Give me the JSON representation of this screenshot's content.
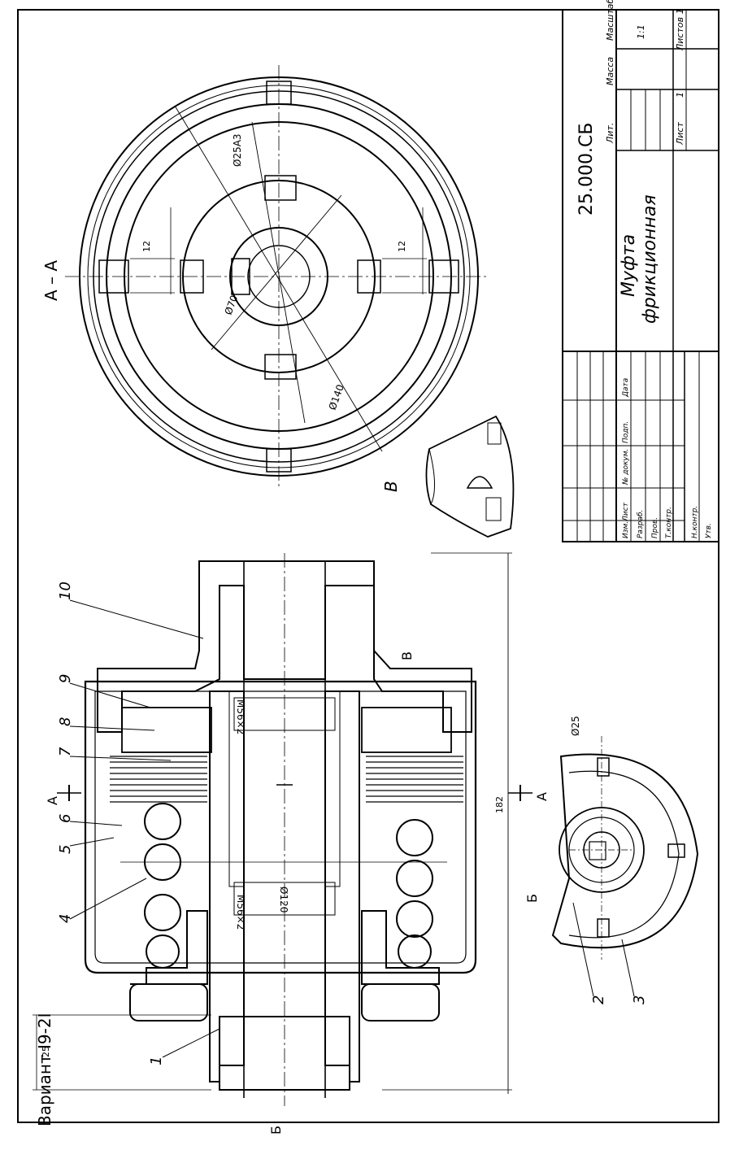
{
  "variant": "Вариант I9-2I",
  "title_block": {
    "doc_number": "25.000.СБ",
    "title_line1": "Муфта",
    "title_line2": "фрикционная",
    "lit": "Лит.",
    "mass": "Масса",
    "scale_label": "Масштаб",
    "scale_value": "1:1",
    "sheet": "Лист",
    "sheets": "Листов 1",
    "sheet_value": "1",
    "stamp_rows": [
      "Изм.Лист",
      "Разраб.",
      "Пров.",
      "Т.контр.",
      "",
      "Н.контр.",
      "Утв."
    ],
    "stamp_cols": [
      "№ докум.",
      "Подп.",
      "Дата"
    ]
  },
  "section_aa": {
    "label": "А – А",
    "dim_slot_left": "12",
    "dim_slot_right": "12",
    "dim_d25": "Ø25А3",
    "dim_d70": "Ø70",
    "dim_d140": "Ø140"
  },
  "view_b": {
    "label": "В"
  },
  "main_view": {
    "positions": [
      "1",
      "2",
      "3",
      "4",
      "5",
      "6",
      "7",
      "8",
      "9",
      "10"
    ],
    "section_a_top": "А",
    "section_a_bottom": "А",
    "section_b_left": "Б",
    "section_b_bottom": "Б",
    "view_b_arrow": "В",
    "dim_182": "182",
    "dim_120": "Ø120",
    "dim_25": "25",
    "thread_top": "М56×2",
    "thread_bottom": "М56×2",
    "detail_d25": "Ø25"
  }
}
